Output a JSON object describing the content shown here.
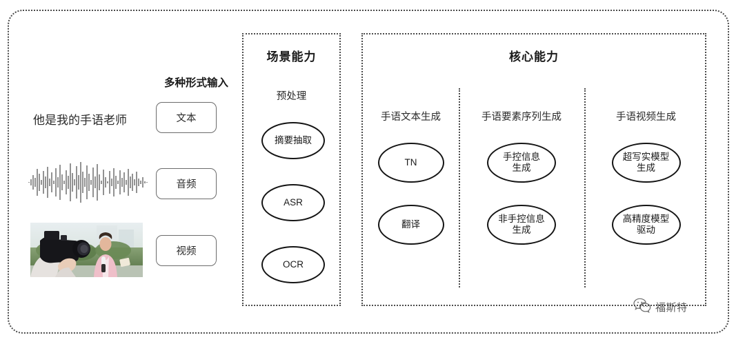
{
  "input": {
    "heading": "多种形式输入",
    "sample_sentence": "他是我的手语老师",
    "modalities": [
      {
        "label": "文本",
        "icon": "text-icon"
      },
      {
        "label": "音频",
        "icon": "waveform-icon"
      },
      {
        "label": "视频",
        "icon": "video-thumbnail"
      }
    ],
    "waveform_name": "audio-waveform",
    "video_thumbnail_name": "video-thumbnail-image"
  },
  "scene_panel": {
    "title": "场景能力",
    "subtitle": "预处理",
    "nodes": [
      {
        "label": "摘要抽取"
      },
      {
        "label": "ASR"
      },
      {
        "label": "OCR"
      }
    ]
  },
  "core_panel": {
    "title": "核心能力",
    "columns": [
      {
        "heading": "手语文本生成",
        "nodes": [
          {
            "label": "TN"
          },
          {
            "label": "翻译"
          }
        ]
      },
      {
        "heading": "手语要素序列生成",
        "nodes": [
          {
            "label": "手控信息\n生成"
          },
          {
            "label": "非手控信息\n生成"
          }
        ]
      },
      {
        "heading": "手语视频生成",
        "nodes": [
          {
            "label": "超写实模型\n生成"
          },
          {
            "label": "高精度模型\n驱动"
          }
        ]
      }
    ]
  },
  "watermark": {
    "text": "福斯特",
    "icon": "wechat-icon"
  },
  "colors": {
    "border_dotted": "#4a4a4a",
    "ellipse_stroke": "#141414",
    "button_border": "#6b6b6b",
    "text": "#1a1a1a",
    "background": "#ffffff"
  }
}
